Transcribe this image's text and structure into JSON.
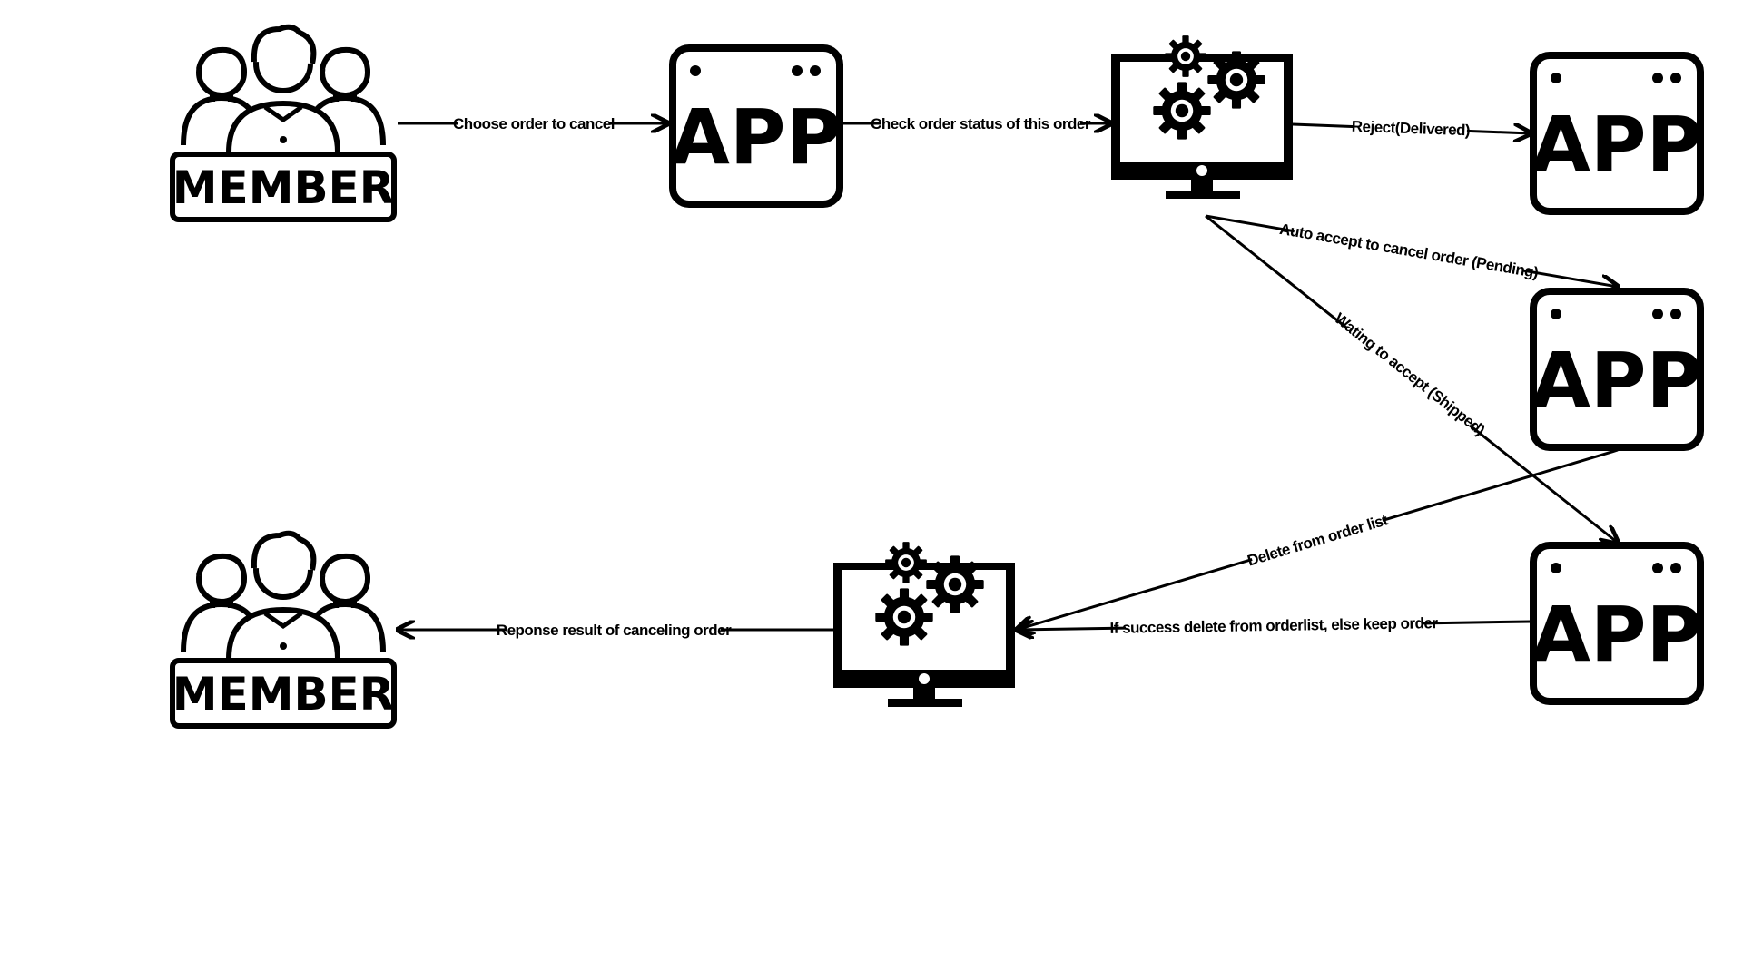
{
  "nodes": {
    "member_top": {
      "label": "MEMBER"
    },
    "app_1": {
      "label": "APP"
    },
    "server_top": {
      "icon": "monitor-gears-icon"
    },
    "app_delivered": {
      "label": "APP"
    },
    "app_pending": {
      "label": "APP"
    },
    "app_shipped": {
      "label": "APP"
    },
    "server_bottom": {
      "icon": "monitor-gears-icon"
    },
    "member_bottom": {
      "label": "MEMBER"
    }
  },
  "edges": {
    "choose_order": "Choose order to cancel",
    "check_status": "Check order status of this order",
    "reject_delivered": "Reject(Delivered)",
    "auto_accept_pending": "Auto accept to cancel order (Pending)",
    "waiting_shipped": "Wating to accept (Shipped)",
    "delete_from_list": "Delete from order list",
    "if_success": "If success delete from orderlist, else keep order",
    "response_result": "Reponse result of canceling order"
  },
  "colors": {
    "ink": "#000000",
    "background": "#ffffff"
  }
}
